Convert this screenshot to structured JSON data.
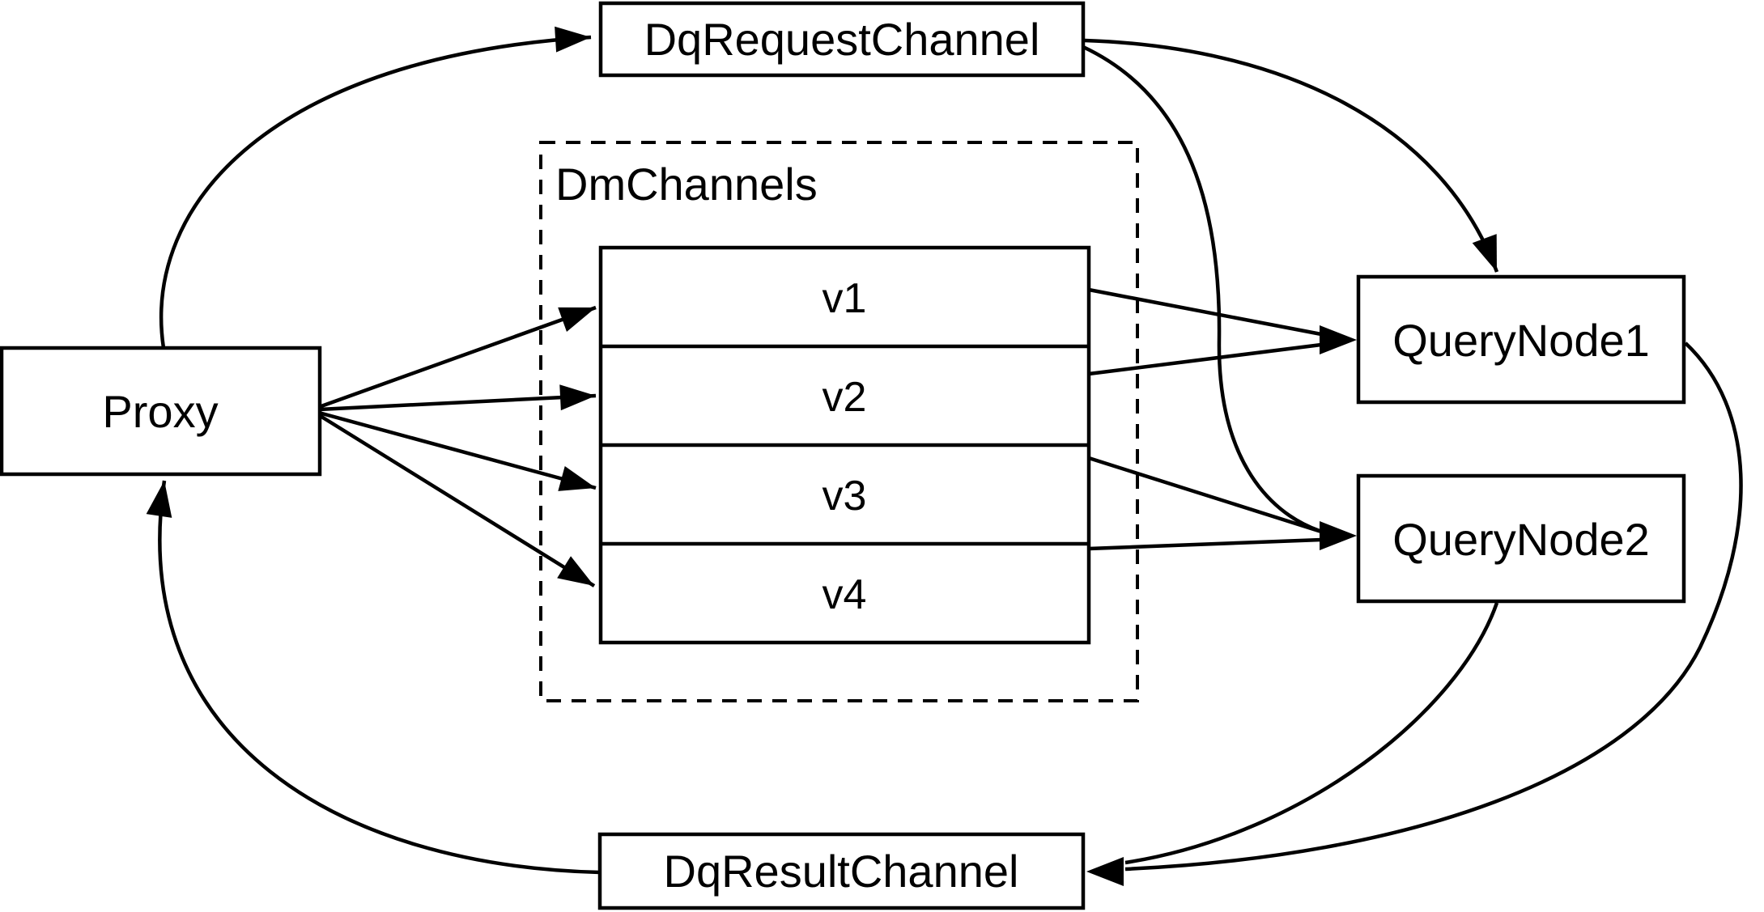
{
  "colors": {
    "background": "#ffffff",
    "node_fill": "#ffffff",
    "stroke": "#000000"
  },
  "diagram": {
    "nodes": {
      "proxy": {
        "label": "Proxy"
      },
      "request_channel": {
        "label": "DqRequestChannel"
      },
      "result_channel": {
        "label": "DqResultChannel"
      },
      "dm_channels_group": {
        "label": "DmChannels"
      },
      "query_node1": {
        "label": "QueryNode1"
      },
      "query_node2": {
        "label": "QueryNode2"
      },
      "channels": [
        {
          "label": "v1"
        },
        {
          "label": "v2"
        },
        {
          "label": "v3"
        },
        {
          "label": "v4"
        }
      ]
    },
    "edges": [
      {
        "from": "Proxy",
        "to": "DqRequestChannel"
      },
      {
        "from": "DqRequestChannel",
        "to": "QueryNode1"
      },
      {
        "from": "DqRequestChannel",
        "to": "QueryNode2"
      },
      {
        "from": "Proxy",
        "to": "v1"
      },
      {
        "from": "Proxy",
        "to": "v2"
      },
      {
        "from": "Proxy",
        "to": "v3"
      },
      {
        "from": "Proxy",
        "to": "v4"
      },
      {
        "from": "v1",
        "to": "QueryNode1"
      },
      {
        "from": "v2",
        "to": "QueryNode1"
      },
      {
        "from": "v3",
        "to": "QueryNode2"
      },
      {
        "from": "v4",
        "to": "QueryNode2"
      },
      {
        "from": "QueryNode1",
        "to": "DqResultChannel"
      },
      {
        "from": "QueryNode2",
        "to": "DqResultChannel"
      },
      {
        "from": "DqResultChannel",
        "to": "Proxy"
      }
    ]
  }
}
